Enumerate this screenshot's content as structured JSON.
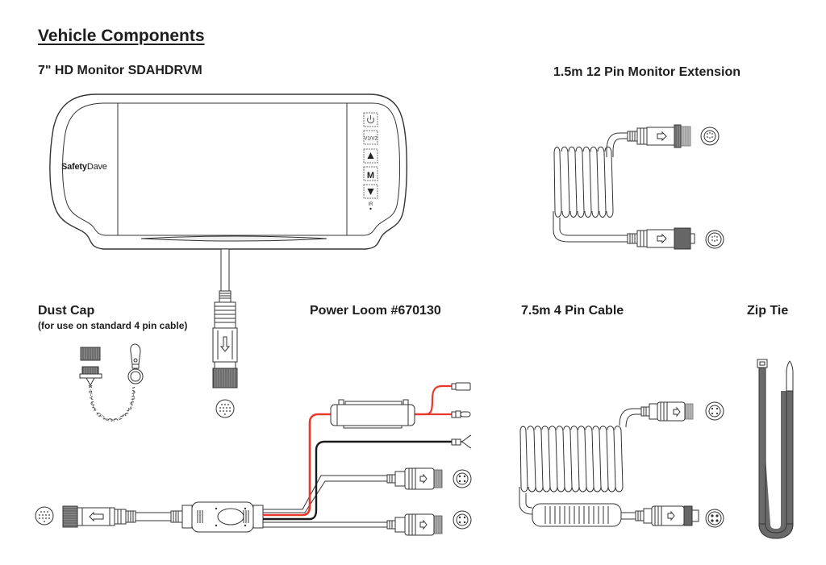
{
  "page": {
    "title": "Vehicle Components"
  },
  "sections": {
    "monitor": {
      "heading": "7ʺ HD Monitor SDAHDRVM",
      "brand_bold": "Safety",
      "brand_light": "Dave",
      "buttons": [
        {
          "icon": "power-icon",
          "label": ""
        },
        {
          "icon": "",
          "label": "V1/V2"
        },
        {
          "icon": "triangle-up-icon",
          "label": ""
        },
        {
          "icon": "",
          "label": "M"
        },
        {
          "icon": "triangle-down-icon",
          "label": ""
        }
      ],
      "ir_label": "IR"
    },
    "extension": {
      "heading": "1.5m 12 Pin Monitor Extension"
    },
    "dust_cap": {
      "heading": "Dust Cap",
      "note": "(for use on standard 4 pin cable)"
    },
    "power_loom": {
      "heading": "Power Loom #670130",
      "wire_colors": {
        "power": "#e8392b",
        "ground": "#1a1a1a",
        "cable": "#ffffff"
      }
    },
    "cable": {
      "heading": "7.5m 4 Pin Cable"
    },
    "zip_tie": {
      "heading": "Zip Tie",
      "color": "#6a6a6a"
    }
  }
}
